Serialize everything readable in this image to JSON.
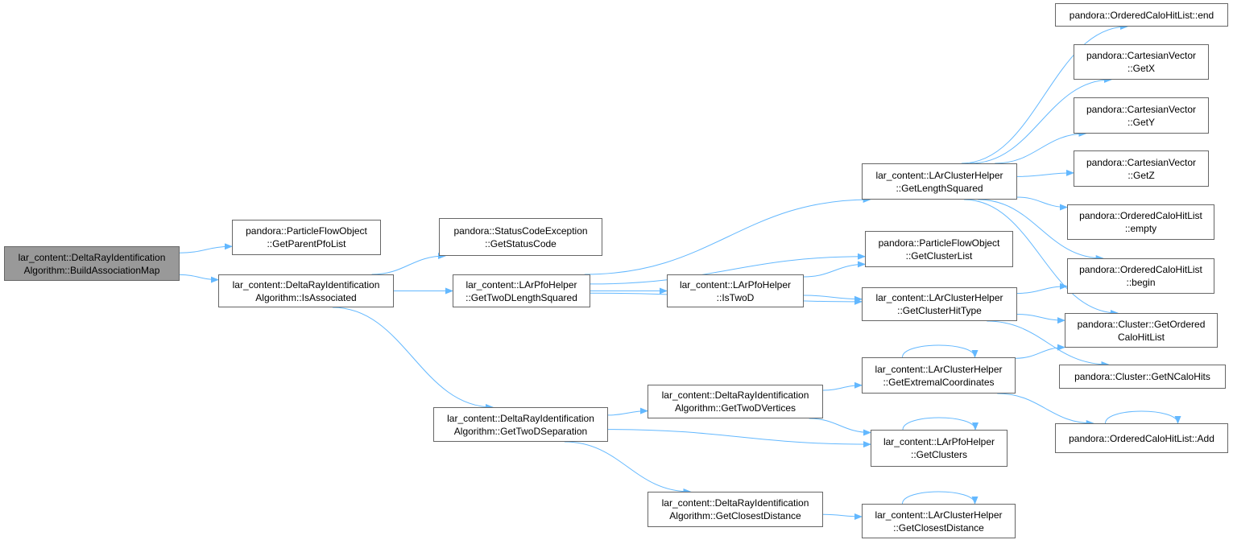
{
  "colors": {
    "edge": "#63b8ff",
    "border": "#666666",
    "root_fill": "#999999",
    "node_fill": "#ffffff"
  },
  "nodes": [
    {
      "id": "n0",
      "lines": [
        "lar_content::DeltaRayIdentification",
        "Algorithm::BuildAssociationMap"
      ],
      "root": true
    },
    {
      "id": "n1",
      "lines": [
        "pandora::ParticleFlowObject",
        "::GetParentPfoList"
      ]
    },
    {
      "id": "n2",
      "lines": [
        "lar_content::DeltaRayIdentification",
        "Algorithm::IsAssociated"
      ]
    },
    {
      "id": "n3",
      "lines": [
        "pandora::StatusCodeException",
        "::GetStatusCode"
      ]
    },
    {
      "id": "n4",
      "lines": [
        "lar_content::LArPfoHelper",
        "::GetTwoDLengthSquared"
      ]
    },
    {
      "id": "n5",
      "lines": [
        "lar_content::DeltaRayIdentification",
        "Algorithm::GetTwoDSeparation"
      ]
    },
    {
      "id": "n6",
      "lines": [
        "lar_content::LArPfoHelper",
        "::IsTwoD"
      ]
    },
    {
      "id": "n7",
      "lines": [
        "lar_content::LArClusterHelper",
        "::GetLengthSquared"
      ]
    },
    {
      "id": "n8",
      "lines": [
        "pandora::ParticleFlowObject",
        "::GetClusterList"
      ]
    },
    {
      "id": "n9",
      "lines": [
        "lar_content::LArClusterHelper",
        "::GetClusterHitType"
      ]
    },
    {
      "id": "n10",
      "lines": [
        "lar_content::DeltaRayIdentification",
        "Algorithm::GetTwoDVertices"
      ]
    },
    {
      "id": "n11",
      "lines": [
        "lar_content::DeltaRayIdentification",
        "Algorithm::GetClosestDistance"
      ]
    },
    {
      "id": "n12",
      "lines": [
        "lar_content::LArClusterHelper",
        "::GetExtremalCoordinates"
      ]
    },
    {
      "id": "n13",
      "lines": [
        "lar_content::LArPfoHelper",
        "::GetClusters"
      ]
    },
    {
      "id": "n14",
      "lines": [
        "lar_content::LArClusterHelper",
        "::GetClosestDistance"
      ]
    },
    {
      "id": "n15",
      "lines": [
        "pandora::OrderedCaloHitList::end"
      ]
    },
    {
      "id": "n16",
      "lines": [
        "pandora::CartesianVector",
        "::GetX"
      ]
    },
    {
      "id": "n17",
      "lines": [
        "pandora::CartesianVector",
        "::GetY"
      ]
    },
    {
      "id": "n18",
      "lines": [
        "pandora::CartesianVector",
        "::GetZ"
      ]
    },
    {
      "id": "n19",
      "lines": [
        "pandora::OrderedCaloHitList",
        "::empty"
      ]
    },
    {
      "id": "n20",
      "lines": [
        "pandora::OrderedCaloHitList",
        "::begin"
      ]
    },
    {
      "id": "n21",
      "lines": [
        "pandora::Cluster::GetOrdered",
        "CaloHitList"
      ]
    },
    {
      "id": "n22",
      "lines": [
        "pandora::Cluster::GetNCaloHits"
      ]
    },
    {
      "id": "n23",
      "lines": [
        "pandora::OrderedCaloHitList::Add"
      ]
    }
  ],
  "edges": [
    [
      "n0",
      "n1"
    ],
    [
      "n0",
      "n2"
    ],
    [
      "n2",
      "n3"
    ],
    [
      "n2",
      "n4"
    ],
    [
      "n2",
      "n5"
    ],
    [
      "n4",
      "n6"
    ],
    [
      "n4",
      "n7"
    ],
    [
      "n4",
      "n8"
    ],
    [
      "n4",
      "n9"
    ],
    [
      "n5",
      "n10"
    ],
    [
      "n5",
      "n13"
    ],
    [
      "n5",
      "n11"
    ],
    [
      "n6",
      "n8"
    ],
    [
      "n6",
      "n9"
    ],
    [
      "n7",
      "n15"
    ],
    [
      "n7",
      "n16"
    ],
    [
      "n7",
      "n17"
    ],
    [
      "n7",
      "n18"
    ],
    [
      "n7",
      "n19"
    ],
    [
      "n7",
      "n20"
    ],
    [
      "n7",
      "n21"
    ],
    [
      "n9",
      "n20"
    ],
    [
      "n9",
      "n21"
    ],
    [
      "n9",
      "n22"
    ],
    [
      "n10",
      "n12"
    ],
    [
      "n10",
      "n13"
    ],
    [
      "n11",
      "n14"
    ],
    [
      "n12",
      "n21"
    ],
    [
      "n12",
      "n23"
    ],
    [
      "n12",
      "n12"
    ],
    [
      "n13",
      "n13"
    ],
    [
      "n14",
      "n14"
    ],
    [
      "n23",
      "n23"
    ]
  ]
}
